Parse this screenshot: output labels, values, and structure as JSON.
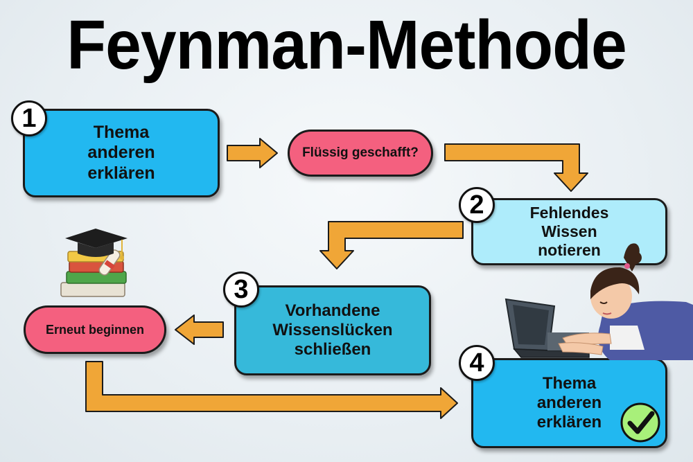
{
  "title": "Feynman-Methode",
  "steps": [
    {
      "number": "1",
      "text": "Thema\nanderen\nerklären"
    },
    {
      "number": "2",
      "text": "Fehlendes\nWissen\nnotieren"
    },
    {
      "number": "3",
      "text": "Vorhandene\nWissenslücken\nschließen"
    },
    {
      "number": "4",
      "text": "Thema\nanderen\nerklären"
    }
  ],
  "decisions": {
    "check": "Flüssig geschafft?",
    "restart": "Erneut beginnen"
  },
  "colors": {
    "step1": "#22b8f0",
    "step2": "#aeecfb",
    "step3": "#36b9da",
    "step4": "#22b8f0",
    "pill": "#f4607f",
    "arrow": "#f0a637",
    "check": "#a8f07a"
  },
  "icons": [
    "graduation-books-icon",
    "woman-laptop-icon",
    "checkmark-icon"
  ]
}
